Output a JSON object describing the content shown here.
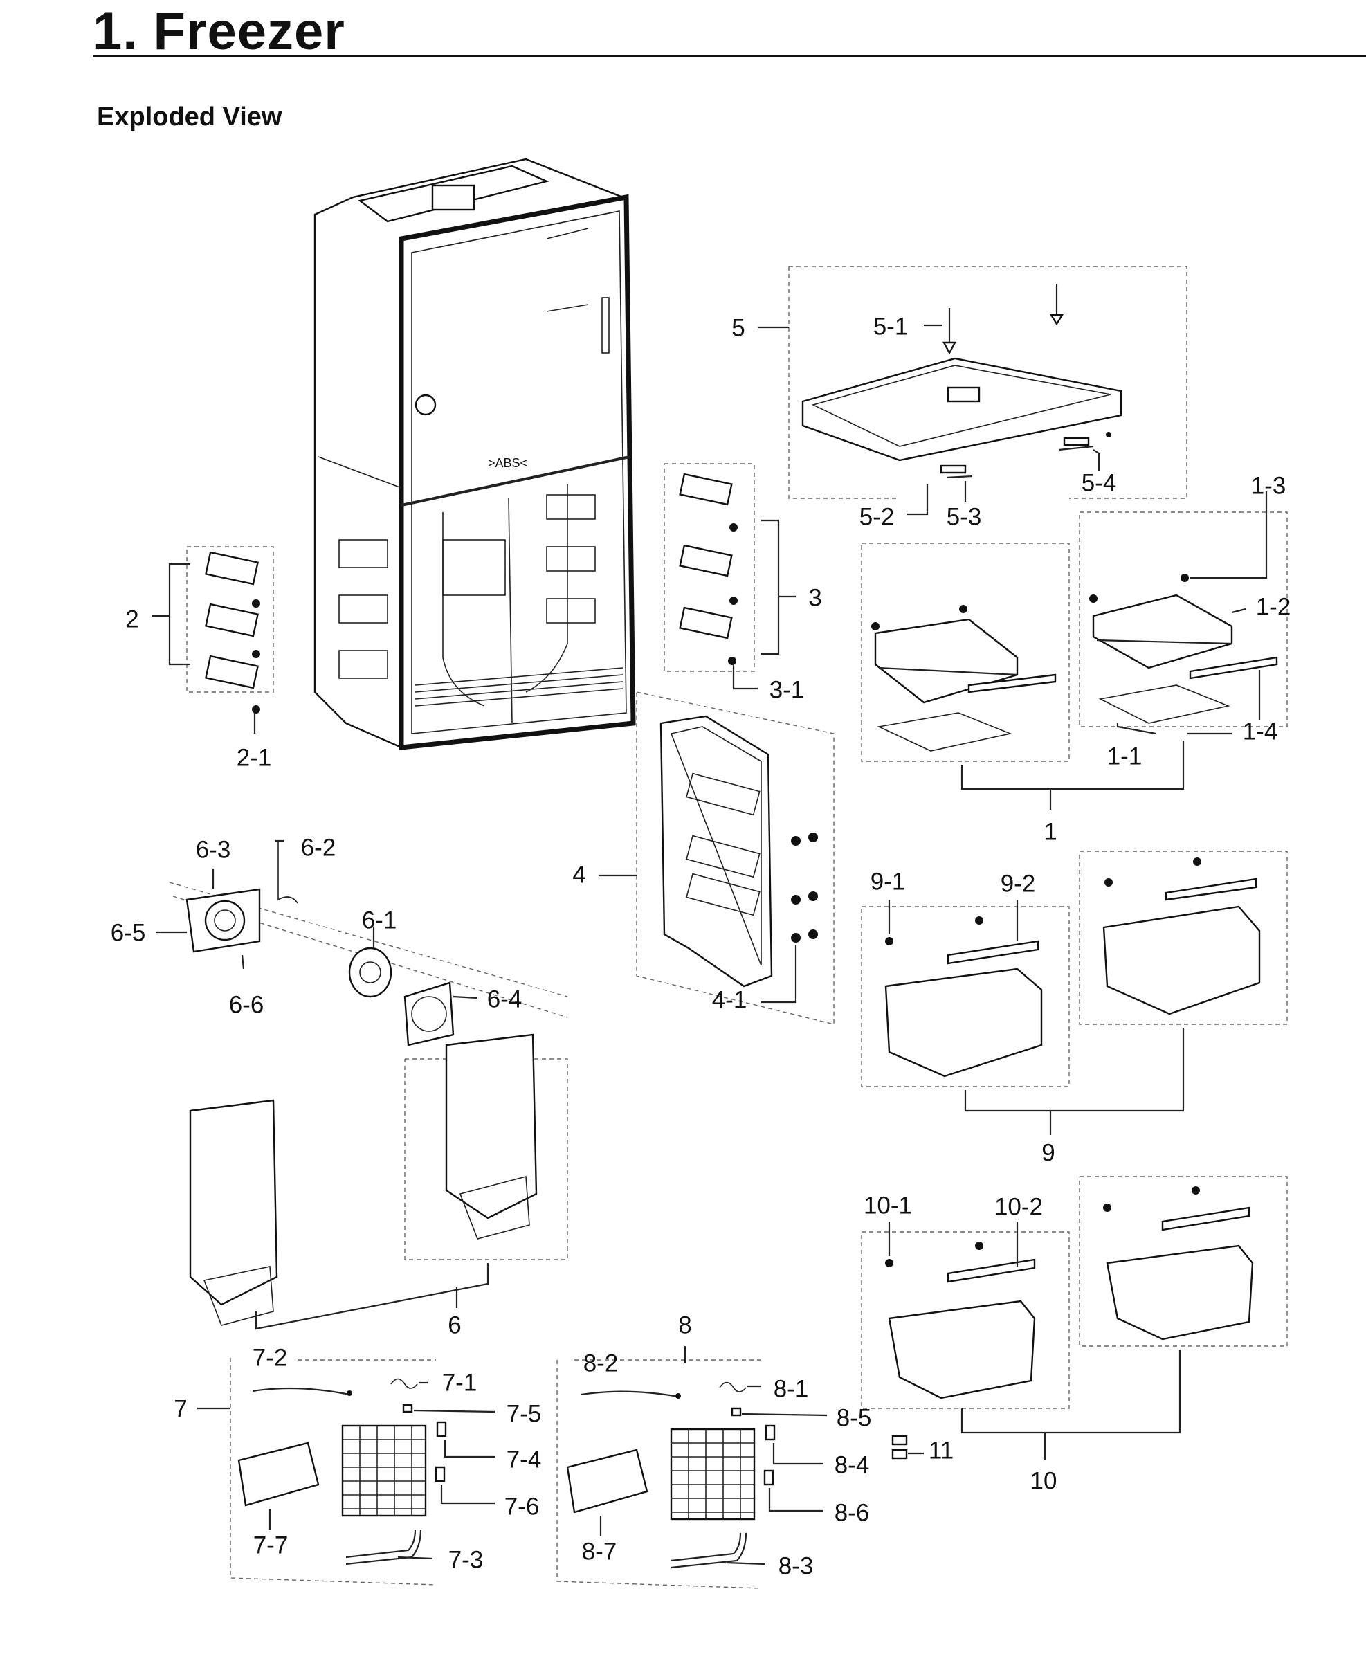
{
  "header": {
    "title": "1.  Freezer",
    "subtitle": "Exploded View"
  },
  "labels": [
    {
      "id": "l5",
      "text": "5"
    },
    {
      "id": "l5-1",
      "text": "5-1"
    },
    {
      "id": "l5-2",
      "text": "5-2"
    },
    {
      "id": "l5-3",
      "text": "5-3"
    },
    {
      "id": "l5-4",
      "text": "5-4"
    },
    {
      "id": "l1-3",
      "text": "1-3"
    },
    {
      "id": "l1-2",
      "text": "1-2"
    },
    {
      "id": "l1-4",
      "text": "1-4"
    },
    {
      "id": "l1-1",
      "text": "1-1"
    },
    {
      "id": "l1",
      "text": "1"
    },
    {
      "id": "l3",
      "text": "3"
    },
    {
      "id": "l3-1",
      "text": "3-1"
    },
    {
      "id": "l2",
      "text": "2"
    },
    {
      "id": "l2-1",
      "text": "2-1"
    },
    {
      "id": "l4",
      "text": "4"
    },
    {
      "id": "l4-1",
      "text": "4-1"
    },
    {
      "id": "l6-3",
      "text": "6-3"
    },
    {
      "id": "l6-2",
      "text": "6-2"
    },
    {
      "id": "l6-5",
      "text": "6-5"
    },
    {
      "id": "l6-1",
      "text": "6-1"
    },
    {
      "id": "l6-6",
      "text": "6-6"
    },
    {
      "id": "l6-4",
      "text": "6-4"
    },
    {
      "id": "l6",
      "text": "6"
    },
    {
      "id": "l9-1",
      "text": "9-1"
    },
    {
      "id": "l9-2",
      "text": "9-2"
    },
    {
      "id": "l9",
      "text": "9"
    },
    {
      "id": "l10-1",
      "text": "10-1"
    },
    {
      "id": "l10-2",
      "text": "10-2"
    },
    {
      "id": "l10",
      "text": "10"
    },
    {
      "id": "l11",
      "text": "11"
    },
    {
      "id": "l7",
      "text": "7"
    },
    {
      "id": "l7-2",
      "text": "7-2"
    },
    {
      "id": "l7-1",
      "text": "7-1"
    },
    {
      "id": "l7-5",
      "text": "7-5"
    },
    {
      "id": "l7-4",
      "text": "7-4"
    },
    {
      "id": "l7-6",
      "text": "7-6"
    },
    {
      "id": "l7-7",
      "text": "7-7"
    },
    {
      "id": "l7-3",
      "text": "7-3"
    },
    {
      "id": "l8",
      "text": "8"
    },
    {
      "id": "l8-2",
      "text": "8-2"
    },
    {
      "id": "l8-1",
      "text": "8-1"
    },
    {
      "id": "l8-5",
      "text": "8-5"
    },
    {
      "id": "l8-4",
      "text": "8-4"
    },
    {
      "id": "l8-6",
      "text": "8-6"
    },
    {
      "id": "l8-7",
      "text": "8-7"
    },
    {
      "id": "l8-3",
      "text": "8-3"
    }
  ]
}
